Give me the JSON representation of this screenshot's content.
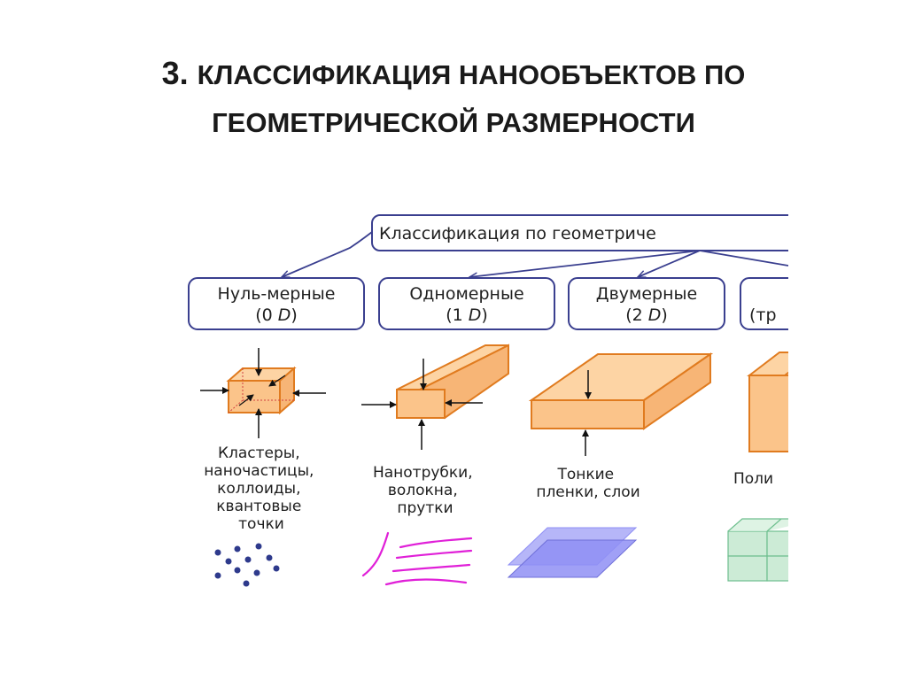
{
  "slide": {
    "number": "3.",
    "title_line1": "КЛАССИФИКАЦИЯ НАНООБЪЕКТОВ ПО",
    "title_line2": "ГЕОМЕТРИЧЕСКОЙ РАЗМЕРНОСТИ"
  },
  "diagram": {
    "root_label": "Классификация по геометриче",
    "categories": [
      {
        "name_line1": "Нуль-мерные",
        "dim_open": "(0 ",
        "dim_letter": "D",
        "dim_close": ")",
        "caption": [
          "Кластеры,",
          "наночастицы,",
          "коллоиды,",
          "квантовые",
          "точки"
        ]
      },
      {
        "name_line1": "Одномерные",
        "dim_open": "(1 ",
        "dim_letter": "D",
        "dim_close": ")",
        "caption": [
          "Нанотрубки,",
          "волокна,",
          "прутки"
        ]
      },
      {
        "name_line1": "Двумерные",
        "dim_open": "(2 ",
        "dim_letter": "D",
        "dim_close": ")",
        "caption": [
          "Тонкие",
          "пленки, слои"
        ]
      },
      {
        "name_line1": "",
        "dim_open": "(тр",
        "dim_letter": "",
        "dim_close": "",
        "caption": [
          "Поли"
        ]
      }
    ],
    "colors": {
      "box_border": "#3a3f8f",
      "connector": "#3a3f8f",
      "solid_fill": "#fbc48a",
      "solid_stroke": "#e07b1f",
      "dots": "#2e3a8c",
      "fibers": "#e020d8",
      "film": "#8f8ff5",
      "grid": "#6fbf8f"
    }
  }
}
